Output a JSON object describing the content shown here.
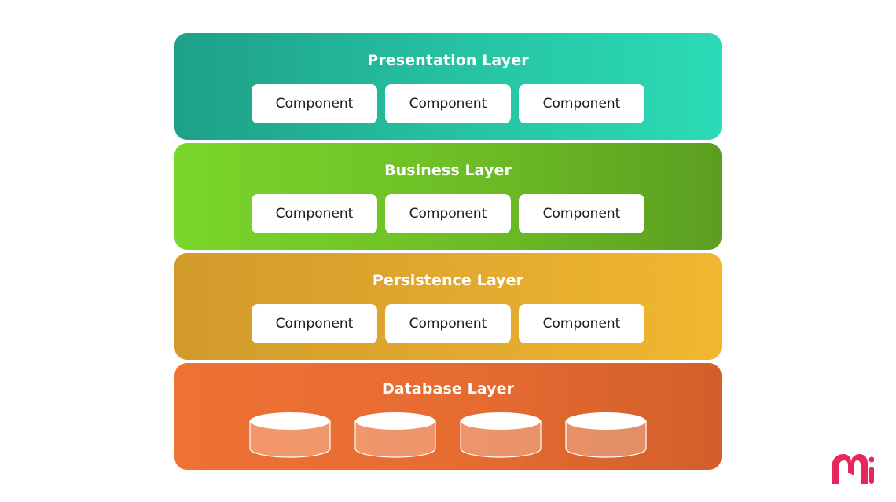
{
  "layers": [
    {
      "title": "Presentation Layer",
      "components": [
        "Component",
        "Component",
        "Component"
      ]
    },
    {
      "title": "Business Layer",
      "components": [
        "Component",
        "Component",
        "Component"
      ]
    },
    {
      "title": "Persistence Layer",
      "components": [
        "Component",
        "Component",
        "Component"
      ]
    },
    {
      "title": "Database Layer",
      "databases": 4
    }
  ],
  "colors": {
    "presentation": "#27c7a5",
    "business": "#6cbd25",
    "persistence": "#e2aa2f",
    "database": "#e66b31",
    "logo": "#e8265e"
  },
  "logo": {
    "icon": "mi-brand-logo-icon"
  }
}
